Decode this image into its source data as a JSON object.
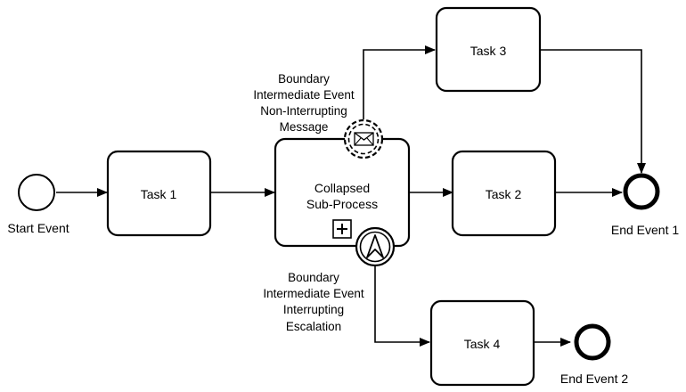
{
  "diagram": {
    "events": {
      "start": {
        "label": "Start Event"
      },
      "end1": {
        "label": "End Event 1"
      },
      "end2": {
        "label": "End Event 2"
      }
    },
    "tasks": {
      "task1": {
        "label": "Task 1"
      },
      "task2": {
        "label": "Task 2"
      },
      "task3": {
        "label": "Task 3"
      },
      "task4": {
        "label": "Task 4"
      }
    },
    "subprocess": {
      "label_lines": [
        "Collapsed",
        "Sub-Process"
      ],
      "marker": "plus-icon"
    },
    "boundary_message": {
      "label_lines": [
        "Boundary",
        "Intermediate Event",
        "Non-Interrupting",
        "Message"
      ],
      "icon": "envelope-icon"
    },
    "boundary_escalation": {
      "label_lines": [
        "Boundary",
        "Intermediate Event",
        "Interrupting",
        "Escalation"
      ],
      "icon": "escalation-icon"
    }
  }
}
